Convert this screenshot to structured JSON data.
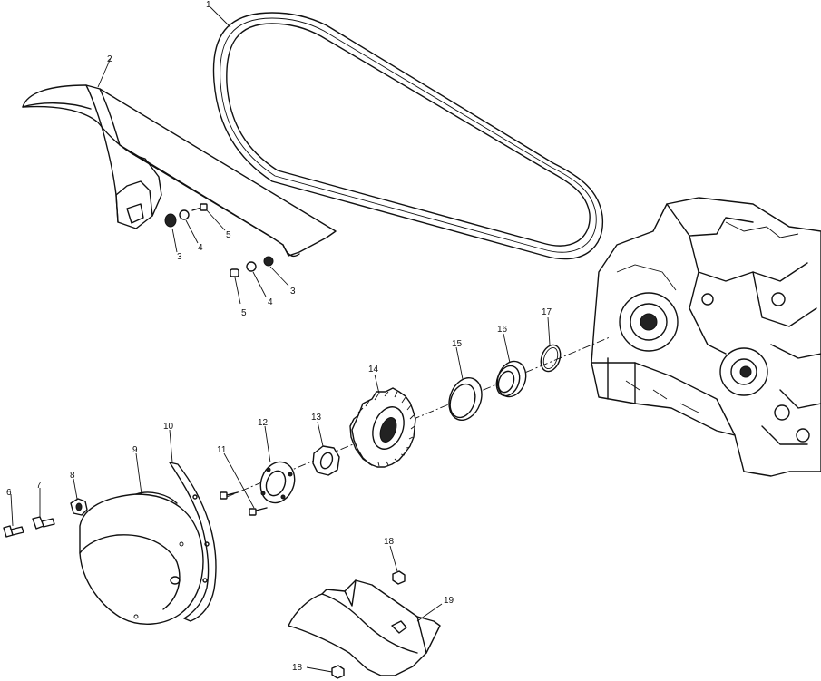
{
  "callouts": {
    "c1": "1",
    "c2": "2",
    "c3a": "3",
    "c4a": "4",
    "c5a": "5",
    "c3b": "3",
    "c4b": "4",
    "c5b": "5",
    "c6": "6",
    "c7": "7",
    "c8": "8",
    "c9": "9",
    "c10": "10",
    "c11": "11",
    "c12": "12",
    "c13": "13",
    "c14": "14",
    "c15": "15",
    "c16": "16",
    "c17": "17",
    "c18a": "18",
    "c18b": "18",
    "c19": "19"
  }
}
